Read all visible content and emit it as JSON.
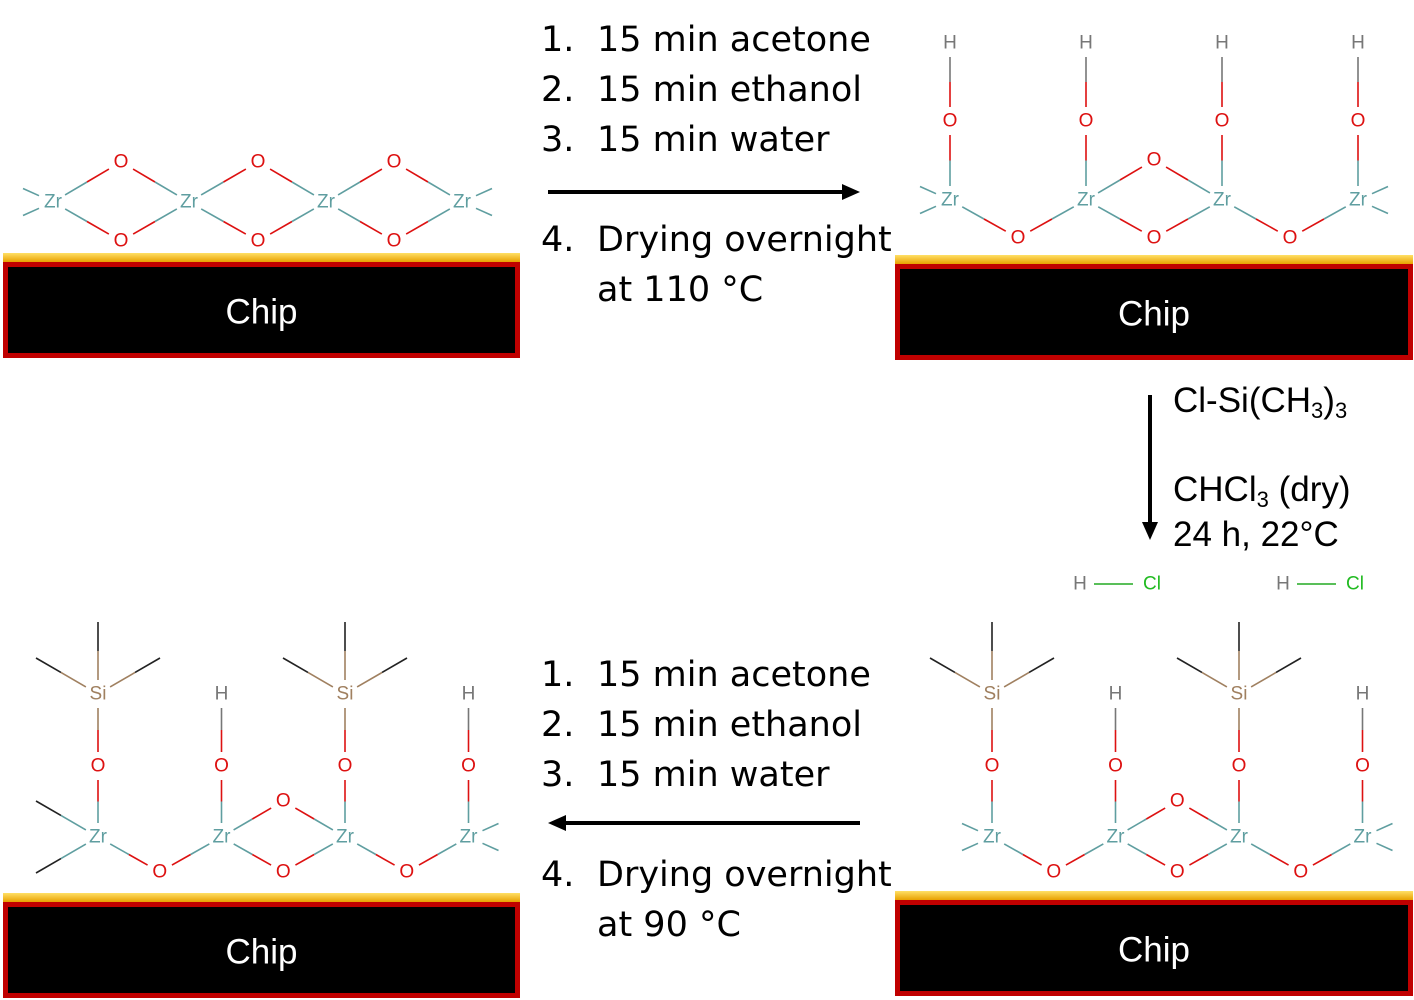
{
  "colors": {
    "zr": "#5f9ea0",
    "o": "#dd1111",
    "h": "#777777",
    "si": "#a08060",
    "cl": "#22bb22",
    "chip_fill": "#000000",
    "chip_border": "#c00000",
    "gold_layer": "#f2c21b"
  },
  "atoms": {
    "zr": "Zr",
    "o": "O",
    "h": "H",
    "si": "Si",
    "cl": "Cl"
  },
  "chip_label": "Chip",
  "top_steps": [
    {
      "num": "1.",
      "text": "15 min acetone"
    },
    {
      "num": "2.",
      "text": "15 min ethanol"
    },
    {
      "num": "3.",
      "text": "15 min water"
    },
    {
      "num": "4.",
      "text": "Drying overnight"
    },
    {
      "num": "",
      "text": "at 110 °C"
    }
  ],
  "bottom_steps": [
    {
      "num": "1.",
      "text": "15 min acetone"
    },
    {
      "num": "2.",
      "text": "15 min ethanol"
    },
    {
      "num": "3.",
      "text": "15 min water"
    },
    {
      "num": "4.",
      "text": "Drying overnight"
    },
    {
      "num": "",
      "text": "at 90 °C"
    }
  ],
  "reagent": {
    "prefix": "Cl-Si(CH",
    "sub1": "3",
    "mid": ")",
    "sub2": "3"
  },
  "solvent": {
    "prefix": "CHCl",
    "sub": "3",
    "suffix": " (dry)"
  },
  "reaction_conditions": "24 h, 22°C"
}
